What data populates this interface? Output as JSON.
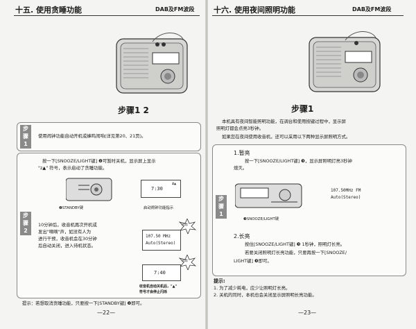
{
  "left_page": {
    "title": "十五. 使用贪睡功能",
    "header_right": "DAB及FM波段",
    "step_label": "步骤1  2",
    "step1": {
      "label": "步\n骤\n1",
      "text": "使用闹钟功能自动开机或蜂鸣闹响(详见第20、21页)。"
    },
    "step2": {
      "label": "步\n骤\n2",
      "text_a": "按一下[SNOOZE/LIGHT键] ❷可暂时关机，显示屏上显示",
      "text_b": "\"z▲\" 符号，表示启动了贪睡功能。",
      "lcd1_time": "7:30",
      "lcd1_icon": "z▲",
      "standby_label": "❷STANDBY键",
      "alarm_caption": "启动闹钟功能指示",
      "flash_1": "闪烁",
      "text_c_1": "10分钟后，收音机再次开机或",
      "text_c_2": "发出\"嘀嘀\"声，如没有人为",
      "text_c_3": "进行干预，收音机会在30分钟",
      "text_c_4": "后自动关闭，进入待机状态。",
      "lcd2_line1": "107.50 MHz",
      "lcd2_line2": "Auto(Stereo)",
      "flash_2": "闪烁",
      "lcd3_time": "7:40",
      "caption_2a": "收音机自动关机后，\"▲\"",
      "caption_2b": "符号才会停止闪烁"
    },
    "tip": "提示：若想取消贪睡功能，只要按一下[STANDBY键] ❷即可。",
    "page_number": "—22—"
  },
  "right_page": {
    "title": "十六. 使用夜间照明功能",
    "header_right": "DAB及FM波段",
    "step_label": "步骤1",
    "intro_1": "本机具有夜间智能照明功能，在调台和使用按键过程中，显示屏",
    "intro_2": "照明灯都会点亮3秒钟。",
    "intro_3": "如果您在夜间使用收音机，还可以采用以下两种显示屏照明方式。",
    "step1": {
      "label": "步\n骤\n1",
      "sec1_title": "1.暂亮",
      "sec1_text_a": "按一下[SNOOZE/LIGHT键] ❸，显示屏照明灯亮3秒钟",
      "sec1_text_b": "熄灭。",
      "lcd_line1": "107.50MHz    FM",
      "lcd_line2": "Auto(Stereo)",
      "snooze_label": "❸SNOOZE/LIGHT键",
      "sec2_title": "2.长亮",
      "sec2_text_a": "按住[SNOOZE/LIGHT键] ❸ 1秒钟，照明灯长亮。",
      "sec2_text_b": "若要关闭照明灯长亮功能，只要再按一下[SNOOZE/",
      "sec2_text_c": "LIGHT键] ❸即可。"
    },
    "tips_title": "提示:",
    "tip_1": "1. 为了减少耗电，应少让照明灯长亮。",
    "tip_2": "2. 关机的同时，本机也会关闭显示屏照明长亮功能。",
    "page_number": "—23—"
  }
}
